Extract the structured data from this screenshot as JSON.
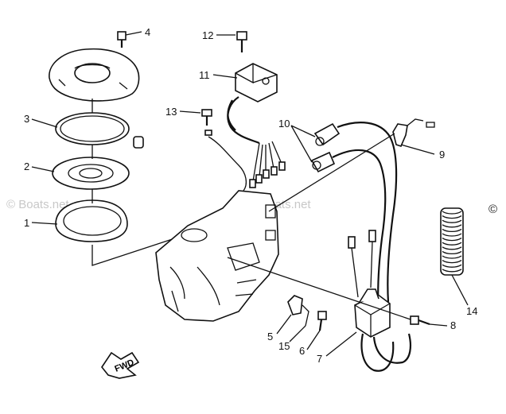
{
  "labels": {
    "p1": "1",
    "p2": "2",
    "p3": "3",
    "p4": "4",
    "p5": "5",
    "p6": "6",
    "p7": "7",
    "p8": "8",
    "p9": "9",
    "p10": "10",
    "p11": "11",
    "p12": "12",
    "p13": "13",
    "p14": "14",
    "p15": "15"
  },
  "fwd_label": "FWD",
  "watermark": "© Boats.net",
  "copyright_symbol": "©"
}
